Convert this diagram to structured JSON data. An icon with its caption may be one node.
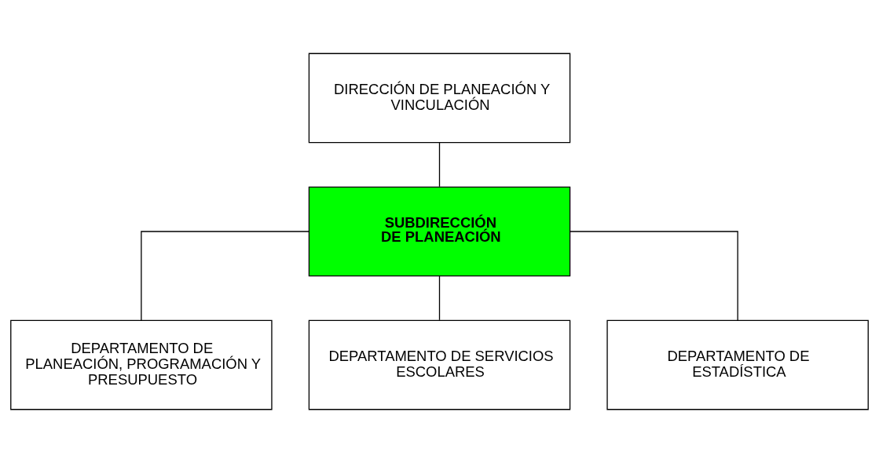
{
  "diagram": {
    "nodes": [
      {
        "text": [
          "DIRECCIÓN DE PLANEACIÓN Y VINCULACIÓN"
        ]
      },
      {
        "text": [
          "SUBDIRECCIÓN DE PLANEACIÓN"
        ]
      },
      {
        "text": [
          "DEPARTAMENTO DE PLANEACIÓN, PROGRAMACIÓN Y PRESUPUESTO"
        ]
      },
      {
        "text": [
          "DEPARTAMENTO DE SERVICIOS ESCOLARES"
        ]
      },
      {
        "text": [
          "DEPARTAMENTO DE ESTADÍSTICA"
        ]
      }
    ],
    "edges": [
      {
        "from": 0,
        "to": 1,
        "arrow": "none"
      },
      {
        "from": 1,
        "to": 2,
        "arrow": "none"
      },
      {
        "from": 1,
        "to": 3,
        "arrow": "none"
      },
      {
        "from": 1,
        "to": 4,
        "arrow": "none"
      }
    ]
  }
}
